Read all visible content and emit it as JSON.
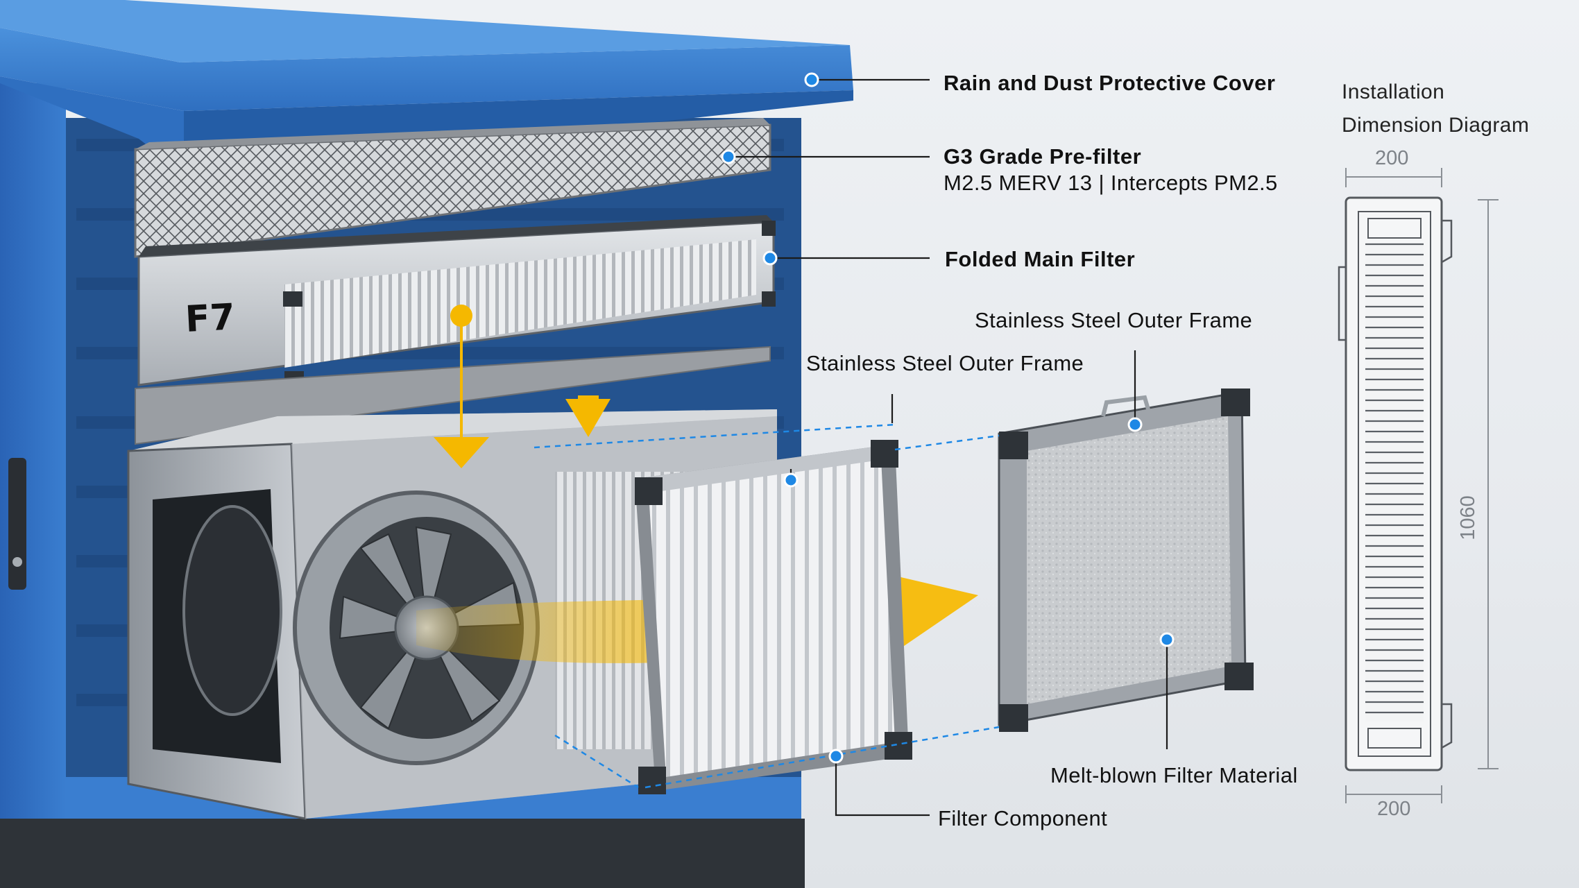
{
  "labels": {
    "cover": "Rain and Dust Protective Cover",
    "prefilter_title": "G3 Grade Pre-filter",
    "prefilter_sub": "M2.5 MERV 13 | Intercepts PM2.5",
    "main_filter": "Folded Main Filter",
    "frame_right": "Stainless Steel Outer Frame",
    "frame_left": "Stainless Steel Outer Frame",
    "meltblown": "Melt-blown Filter Material",
    "component": "Filter Component",
    "f7_marking": "F7"
  },
  "dimension_diagram": {
    "title_line1": "Installation",
    "title_line2": "Dimension Diagram",
    "top_width": "200",
    "bottom_width": "200",
    "height": "1060"
  },
  "colors": {
    "cabinet_blue": "#2f6fc0",
    "leader_blue": "#1e88e5",
    "airflow_yellow": "#f5b800",
    "frame_gray": "#b9bec4"
  }
}
